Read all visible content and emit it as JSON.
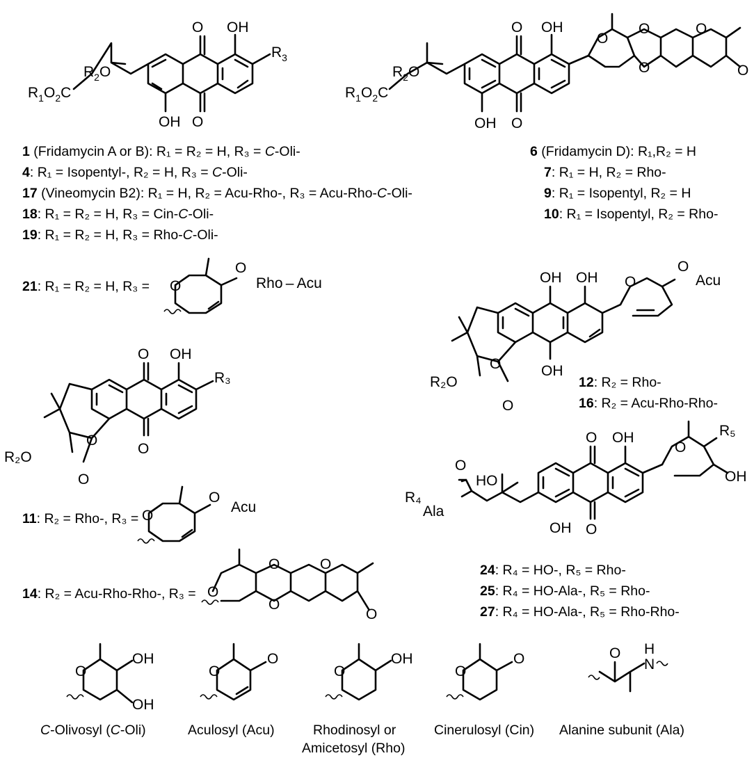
{
  "structure_1": {
    "atoms": {
      "oh_top": "OH",
      "r3": "R",
      "r3_sub": "3",
      "r2o_r": "R",
      "r2o_sub": "2",
      "r2o_o": "O",
      "ester_r": "R",
      "ester_sub1": "1",
      "ester_o": "O",
      "ester_sub2": "2",
      "ester_c": "C",
      "oh_bottom": "OH",
      "o_top": "O",
      "o_bottom": "O"
    },
    "captions": [
      {
        "num": "1",
        "text": " (Fridamycin A or B): R₁ = R₂ = H, R₃ = ",
        "ital": "C",
        "tail": "-Oli-"
      },
      {
        "num": "4",
        "text": ": R₁ = Isopentyl-, R₂ = H, R₃ = ",
        "ital": "C",
        "tail": "-Oli-"
      },
      {
        "num": "17",
        "text": " (Vineomycin B2): R₁ = H, R₂ = Acu-Rho-, R₃ = Acu-Rho-",
        "ital": "C",
        "tail": "-Oli-"
      },
      {
        "num": "18",
        "text": ": R₁ = R₂ = H, R₃ = Cin-",
        "ital": "C",
        "tail": "-Oli-"
      },
      {
        "num": "19",
        "text": ": R₁ = R₂ = H, R₃ = Rho-",
        "ital": "C",
        "tail": "-Oli-"
      }
    ]
  },
  "structure_21": {
    "num": "21",
    "text": ": R₁ = R₂ = H, R₃ =",
    "atoms": {
      "o_ring": "O",
      "o_link": "O",
      "chain": "Rho – Acu"
    }
  },
  "structure_6": {
    "atoms": {
      "oh_top": "OH",
      "oh_bottom": "OH",
      "o_top": "O",
      "o_bottom": "O",
      "o1": "O",
      "o2": "O",
      "o3": "O",
      "o4": "O",
      "o5": "O"
    },
    "captions": [
      {
        "num": "6",
        "text": " (Fridamycin D): R₁,R₂ = H"
      },
      {
        "num": "7",
        "text": ": R₁ = H, R₂ = Rho-"
      },
      {
        "num": "9",
        "text": ": R₁ = Isopentyl, R₂ = H"
      },
      {
        "num": "10",
        "text": ": R₁ = Isopentyl, R₂ = Rho-"
      }
    ]
  },
  "structure_12": {
    "atoms": {
      "oh1": "OH",
      "oh2": "OH",
      "oh3": "OH",
      "o_ring": "O",
      "o_link": "O",
      "acu": "Acu",
      "r2o": "R₂O",
      "o_lac": "O",
      "o_carb": "O"
    },
    "captions": [
      {
        "num": "12",
        "text": ": R₂ = Rho-"
      },
      {
        "num": "16",
        "text": ": R₂ = Acu-Rho-Rho-"
      }
    ]
  },
  "structure_11": {
    "atoms": {
      "oh": "OH",
      "r3": "R₃",
      "o_top": "O",
      "o_bottom": "O",
      "r2o": "R₂O",
      "o_lac": "O",
      "o_carb": "O"
    },
    "caption_11": {
      "num": "11",
      "text": ": R₂ = Rho-, R₃ ="
    },
    "side_11": {
      "o_ring": "O",
      "o_link": "O",
      "acu": "Acu"
    },
    "caption_14": {
      "num": "14",
      "text": ": R₂ = Acu-Rho-Rho-, R₃ ="
    }
  },
  "structure_24": {
    "atoms": {
      "o_top": "O",
      "oh_top": "OH",
      "o_ring": "O",
      "r5": "R₅",
      "oh_ring": "OH",
      "o_ketone": "O",
      "ho": "HO",
      "r4": "R₄",
      "ala": "Ala",
      "oh_bottom": "OH",
      "o_bottom": "O"
    },
    "captions": [
      {
        "num": "24",
        "text": ": R₄ = HO-, R₅ = Rho-"
      },
      {
        "num": "25",
        "text": ": R₄ = HO-Ala-, R₅ = Rho-"
      },
      {
        "num": "27",
        "text": ": R₄ = HO-Ala-, R₅ = Rho-Rho-"
      }
    ]
  },
  "sugar_legend": [
    {
      "name_ital": "C",
      "name": "-Olivosyl (",
      "name_ital2": "C",
      "name_tail": "-Oli)",
      "o": "O",
      "oh1": "OH",
      "oh2": "OH"
    },
    {
      "name": "Aculosyl (Acu)",
      "o": "O",
      "ketone": "O"
    },
    {
      "name": "Rhodinosyl or",
      "name2": "Amicetosyl (Rho)",
      "o": "O",
      "oh": "OH"
    },
    {
      "name": "Cinerulosyl (Cin)",
      "o": "O",
      "ketone": "O"
    },
    {
      "name": "Alanine subunit (Ala)",
      "o": "O",
      "n": "N",
      "h": "H"
    }
  ]
}
